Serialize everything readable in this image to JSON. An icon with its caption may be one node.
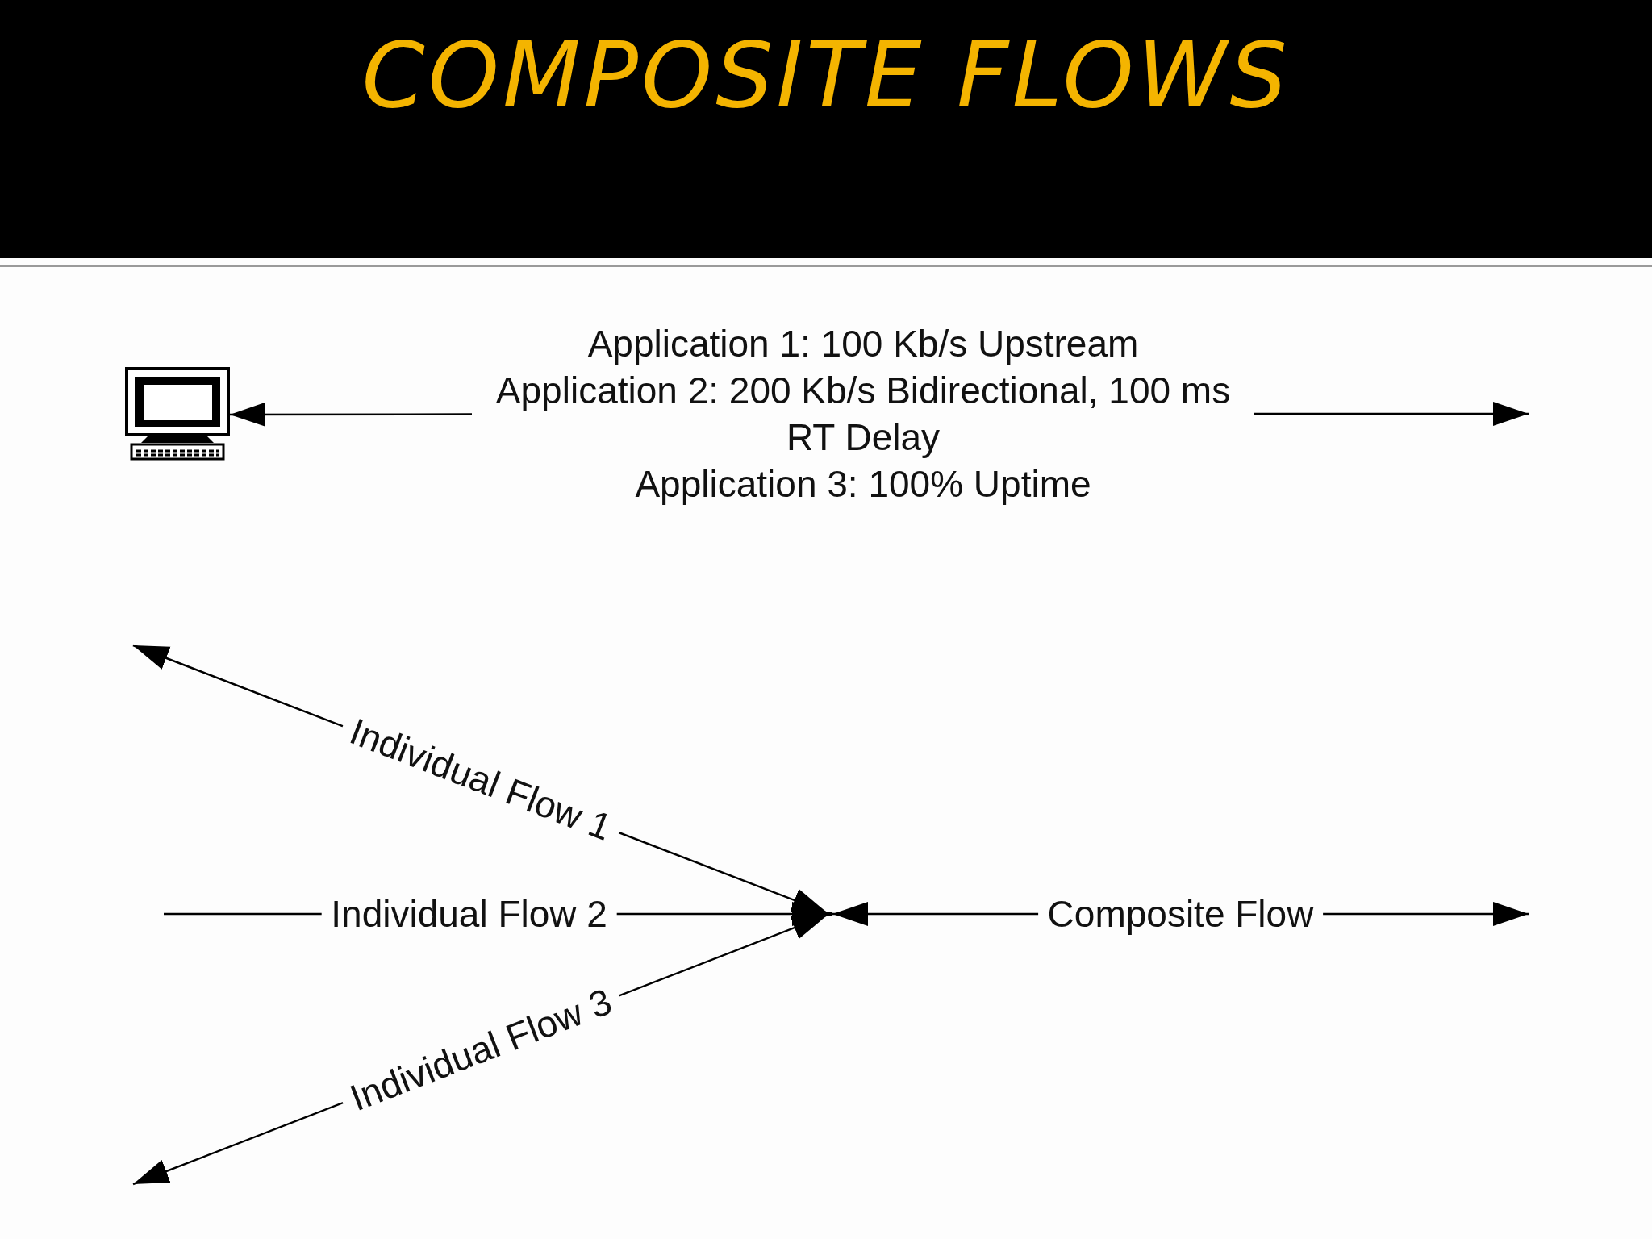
{
  "diagram": {
    "title": "COMPOSITE FLOWS",
    "nodes": [
      {
        "text": [],
        "shape": "picture"
      },
      {
        "text": [
          "Application 1: 100 Kb/s Upstream",
          "Application 2: 200 Kb/s Bidirectional, 100 ms RT Delay",
          "Application 3: 100% Uptime"
        ]
      },
      {
        "text": [],
        "shape": "point"
      }
    ],
    "edges": [
      {
        "from": 1,
        "to": 0,
        "arrow": "to"
      },
      {
        "from": 1,
        "to": null,
        "arrow": "to"
      },
      {
        "from": null,
        "to": 2,
        "arrow": "both",
        "label": "Individual Flow 1"
      },
      {
        "from": null,
        "to": 2,
        "arrow": "to",
        "label": "Individual Flow 2"
      },
      {
        "from": null,
        "to": 2,
        "arrow": "both",
        "label": "Individual Flow 3"
      },
      {
        "from": 2,
        "to": null,
        "arrow": "both",
        "label": "Composite Flow"
      }
    ]
  }
}
